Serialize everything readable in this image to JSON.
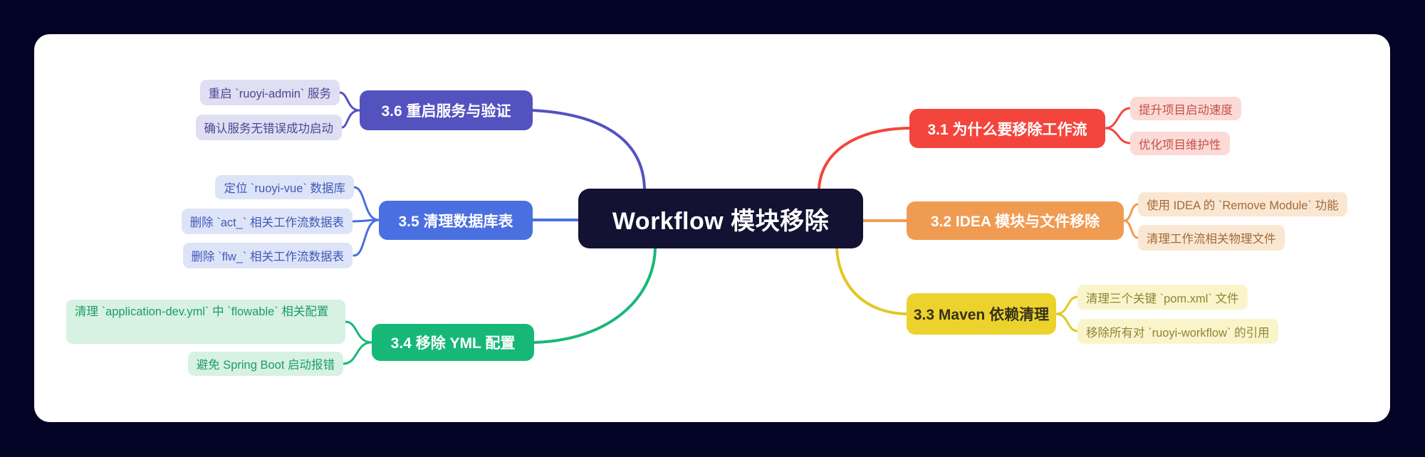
{
  "page": {
    "background_color": "#030325",
    "card_background": "#ffffff"
  },
  "root": {
    "label": "Workflow 模块移除",
    "bg_color": "#131232",
    "text_color": "#ffffff"
  },
  "branches": [
    {
      "id": "3.1",
      "label": "3.1 为什么要移除工作流",
      "color": "#f4453c",
      "side": "right",
      "children": [
        "提升项目启动速度",
        "优化项目维护性"
      ]
    },
    {
      "id": "3.2",
      "label": "3.2 IDEA 模块与文件移除",
      "color": "#f09b52",
      "side": "right",
      "children": [
        "使用 IDEA 的 `Remove Module` 功能",
        "清理工作流相关物理文件"
      ]
    },
    {
      "id": "3.3",
      "label": "3.3 Maven 依赖清理",
      "color": "#ecd22d",
      "side": "right",
      "children": [
        "清理三个关键 `pom.xml` 文件",
        "移除所有对 `ruoyi-workflow` 的引用"
      ]
    },
    {
      "id": "3.4",
      "label": "3.4 移除 YML 配置",
      "color": "#17b877",
      "side": "left",
      "children": [
        "清理 `application-dev.yml` 中 `flowable` 相关配置",
        "避免 Spring Boot 启动报错"
      ]
    },
    {
      "id": "3.5",
      "label": "3.5 清理数据库表",
      "color": "#4a6fe0",
      "side": "left",
      "children": [
        "定位 `ruoyi-vue` 数据库",
        "删除 `act_` 相关工作流数据表",
        "删除 `flw_` 相关工作流数据表"
      ]
    },
    {
      "id": "3.6",
      "label": "3.6 重启服务与验证",
      "color": "#5452bf",
      "side": "left",
      "children": [
        "重启 `ruoyi-admin` 服务",
        "确认服务无错误成功启动"
      ]
    }
  ]
}
